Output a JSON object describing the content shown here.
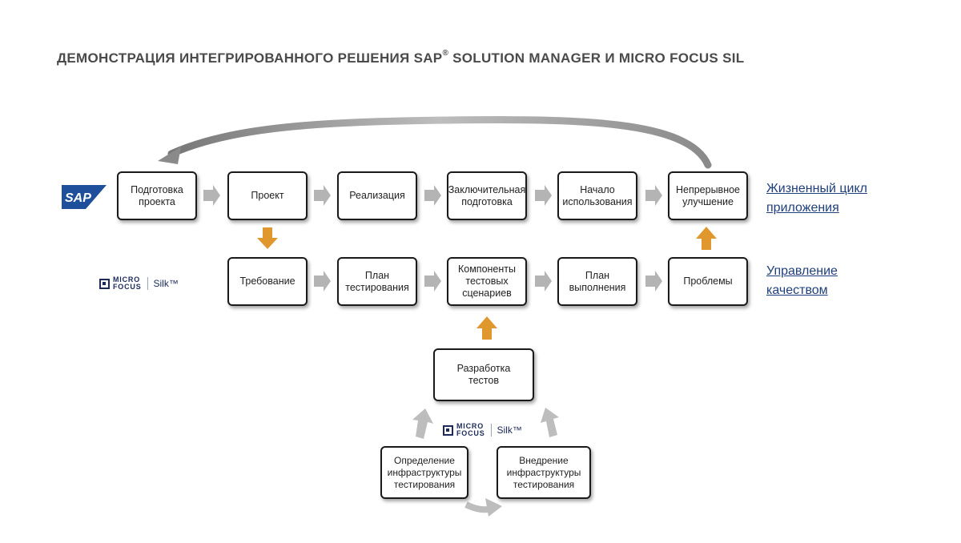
{
  "title": {
    "main": "ДЕМОНСТРАЦИЯ ИНТЕГРИРОВАННОГО РЕШЕНИЯ SAP",
    "reg": "®",
    "rest": " SOLUTION MANAGER И MICRO FOCUS SIL"
  },
  "logos": {
    "sap": "SAP",
    "micro": "MICRO",
    "focus": "FOCUS",
    "silk": "Silk™"
  },
  "lifecycle": {
    "label": "Жизненный цикл\nприложения",
    "steps": [
      "Подготовка\nпроекта",
      "Проект",
      "Реализация",
      "Заключительная\nподготовка",
      "Начало\nиспользования",
      "Непрерывное\nулучшение"
    ]
  },
  "quality": {
    "label": "Управление\nкачеством",
    "steps": [
      "Требование",
      "План\nтестирования",
      "Компоненты\nтестовых\nсценариев",
      "План\nвыполнения",
      "Проблемы"
    ]
  },
  "test_cycle": {
    "develop": "Разработка\nтестов",
    "define": "Определение\nинфраструктуры\nтестирования",
    "deploy": "Внедрение\nинфраструктуры\nтестирования"
  },
  "colors": {
    "orange_arrow": "#e0982e",
    "gray_arrow": "#b4b4b4",
    "link": "#1f3f7a",
    "sap_blue": "#1d4f9b"
  }
}
